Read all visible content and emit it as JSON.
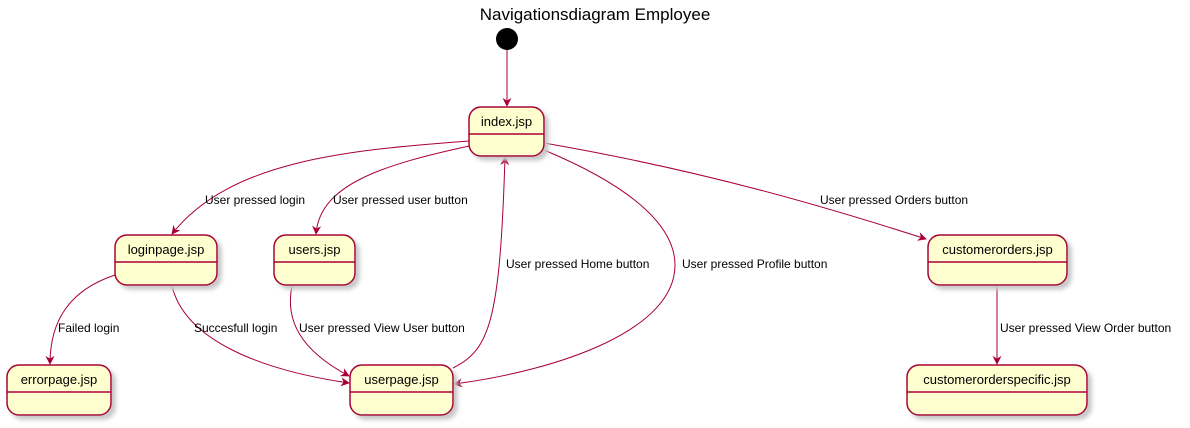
{
  "title": "Navigationsdiagram Employee",
  "colors": {
    "state_fill": "#FEFECE",
    "state_border": "#A80036",
    "edge": "#A80036",
    "initial": "#000000",
    "shadow": "#C8C8C8"
  },
  "states": [
    {
      "id": "index",
      "label": "index.jsp"
    },
    {
      "id": "loginpage",
      "label": "loginpage.jsp"
    },
    {
      "id": "users",
      "label": "users.jsp"
    },
    {
      "id": "customerorders",
      "label": "customerorders.jsp"
    },
    {
      "id": "errorpage",
      "label": "errorpage.jsp"
    },
    {
      "id": "userpage",
      "label": "userpage.jsp"
    },
    {
      "id": "customerorderspecific",
      "label": "customerorderspecific.jsp"
    }
  ],
  "transitions": [
    {
      "id": "start-index",
      "from": "start",
      "to": "index",
      "label": ""
    },
    {
      "id": "index-loginpage",
      "from": "index",
      "to": "loginpage",
      "label": "User pressed login"
    },
    {
      "id": "index-users",
      "from": "index",
      "to": "users",
      "label": "User pressed user button"
    },
    {
      "id": "index-customerorders",
      "from": "index",
      "to": "customerorders",
      "label": "User pressed Orders button"
    },
    {
      "id": "index-userpage",
      "from": "index",
      "to": "userpage",
      "label": "User pressed Profile button"
    },
    {
      "id": "userpage-index",
      "from": "userpage",
      "to": "index",
      "label": "User pressed Home button"
    },
    {
      "id": "loginpage-errorpage",
      "from": "loginpage",
      "to": "errorpage",
      "label": "Failed login"
    },
    {
      "id": "loginpage-userpage",
      "from": "loginpage",
      "to": "userpage",
      "label": "Succesfull login"
    },
    {
      "id": "users-userpage",
      "from": "users",
      "to": "userpage",
      "label": "User pressed View User button"
    },
    {
      "id": "customerorders-customerorderspecific",
      "from": "customerorders",
      "to": "customerorderspecific",
      "label": "User pressed View Order button"
    }
  ]
}
